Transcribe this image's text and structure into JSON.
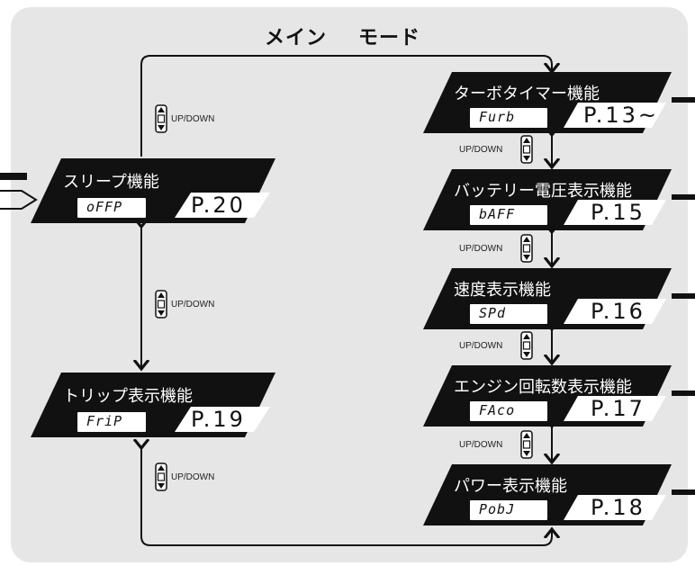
{
  "header": {
    "title_left": "メイン",
    "title_right": "モード"
  },
  "updown_label": "UP/DOWN",
  "modes": {
    "sleep": {
      "name": "スリープ機能",
      "display": "oFFP",
      "page": "P.20"
    },
    "trip": {
      "name": "トリップ表示機能",
      "display": "FriP",
      "page": "P.19"
    },
    "turbo": {
      "name": "ターボタイマー機能",
      "display": "Furb",
      "page": "P.13~"
    },
    "battery": {
      "name": "バッテリー電圧表示機能",
      "display": "bAFF",
      "page": "P.15"
    },
    "speed": {
      "name": "速度表示機能",
      "display": "SPd",
      "page": "P.16"
    },
    "engine": {
      "name": "エンジン回転数表示機能",
      "display": "FAco",
      "page": "P.17"
    },
    "power": {
      "name": "パワー表示機能",
      "display": "PobJ",
      "page": "P.18"
    }
  },
  "colors": {
    "panel": "#e6e6e6",
    "block": "#111111",
    "lcd": "#ffffff",
    "line": "#111111"
  },
  "icons": {
    "updown": "up-down-button-icon",
    "arrow": "arrow-icon",
    "entry_arrow": "entry-arrow-icon"
  }
}
